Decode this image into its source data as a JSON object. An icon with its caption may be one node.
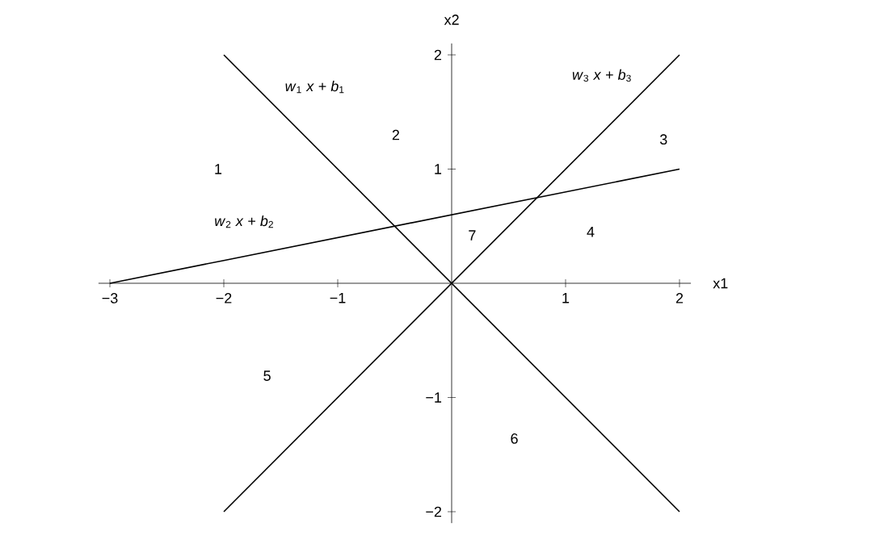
{
  "diagram": {
    "chart_data": {
      "type": "line",
      "xlabel": "x1",
      "ylabel": "x2",
      "x": [
        -3,
        -2,
        2
      ],
      "series": [
        {
          "name": "*w*$_{1}$ *x* + *b*$_{1}$",
          "color": "#000000",
          "values": [
            null,
            2,
            -2
          ]
        },
        {
          "name": "*w*$_{2}$ *x* + *b*$_{2}$",
          "color": "#000000",
          "values": [
            0,
            0.2,
            1
          ]
        },
        {
          "name": "*w*$_{3}$ *x* + *b*$_{3}$",
          "color": "#000000",
          "values": [
            null,
            -2,
            2
          ]
        }
      ],
      "xlim": [
        -3.1,
        2.1
      ],
      "ylim": [
        -2.1,
        2.1
      ],
      "xticks": [
        -3,
        -2,
        -1,
        1,
        2
      ],
      "yticks": [
        -2,
        -1,
        1,
        2
      ],
      "annotations": [
        "1",
        "2",
        "3",
        "4",
        "5",
        "6",
        "7"
      ]
    }
  }
}
